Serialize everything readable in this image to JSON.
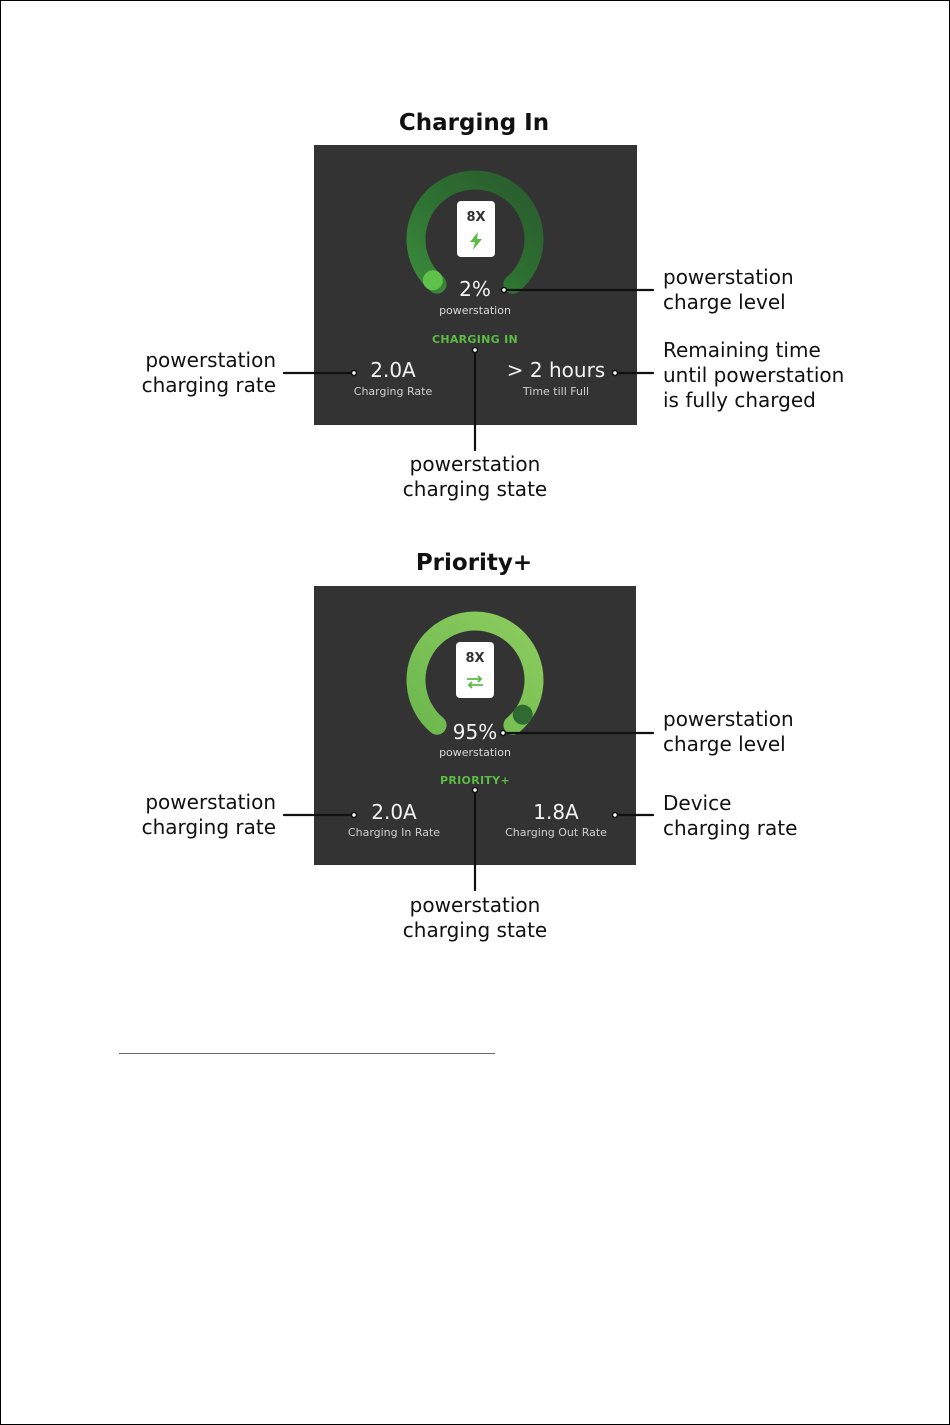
{
  "sections": [
    {
      "title": "Charging In",
      "device": "8X",
      "icon": "lightning-bolt-icon",
      "charge_percent": "2%",
      "charge_subtitle": "powerstation",
      "state": "CHARGING IN",
      "left_stat": {
        "value": "2.0A",
        "label": "Charging Rate"
      },
      "right_stat": {
        "value": "> 2 hours",
        "label": "Time till Full"
      },
      "callouts": {
        "charge_level": [
          "powerstation",
          "charge level"
        ],
        "left": [
          "powerstation",
          "charging rate"
        ],
        "right": [
          "Remaining time",
          "until powerstation",
          "is fully charged"
        ],
        "state": [
          "powerstation",
          "charging state"
        ]
      }
    },
    {
      "title": "Priority+",
      "device": "8X",
      "icon": "bidirectional-arrows-icon",
      "charge_percent": "95%",
      "charge_subtitle": "powerstation",
      "state": "PRIORITY+",
      "left_stat": {
        "value": "2.0A",
        "label": "Charging In Rate"
      },
      "right_stat": {
        "value": "1.8A",
        "label": "Charging Out Rate"
      },
      "callouts": {
        "charge_level": [
          "powerstation",
          "charge level"
        ],
        "left": [
          "powerstation",
          "charging rate"
        ],
        "right": [
          "Device",
          "charging rate"
        ],
        "state": [
          "powerstation",
          "charging state"
        ]
      }
    }
  ],
  "colors": {
    "panel_bg": "#333333",
    "accent_green": "#5cbb45",
    "gauge_dark_green": "#2f6b34",
    "gauge_light_green": "#77c155"
  }
}
